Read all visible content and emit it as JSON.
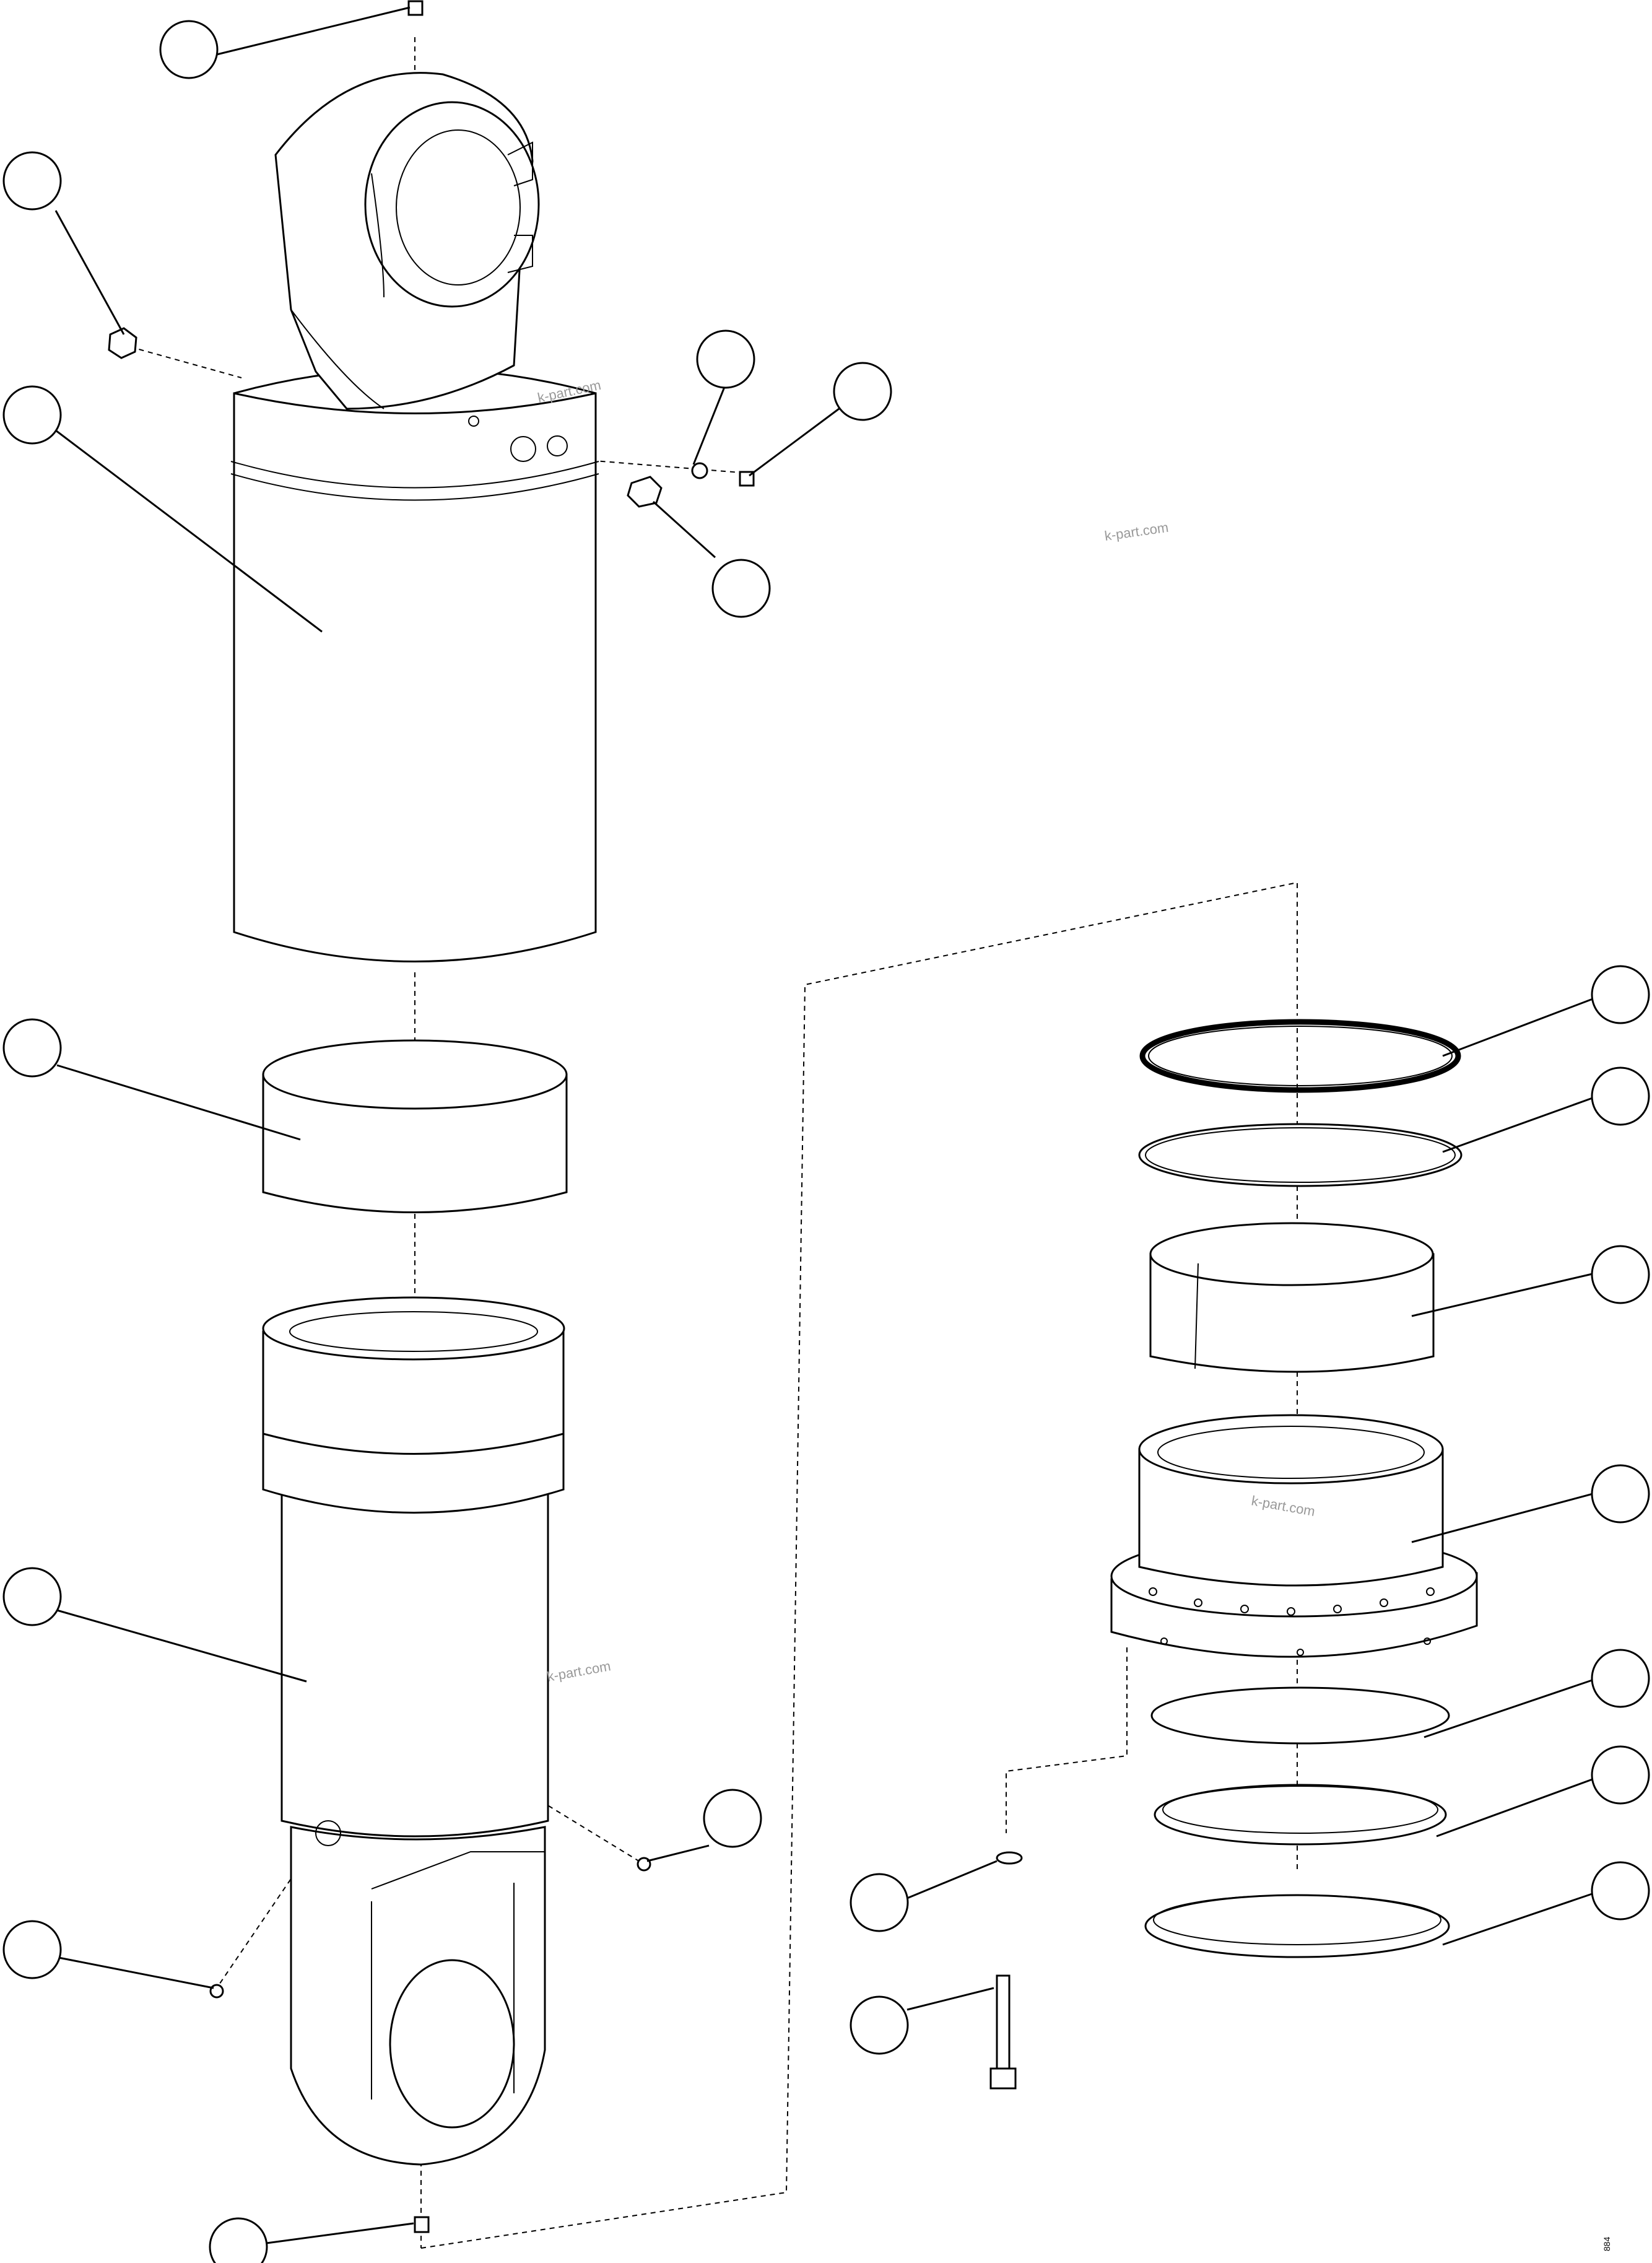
{
  "watermarks": [
    "k-part.com",
    "k-part.com",
    "k-part.com",
    "k-part.com"
  ],
  "drawing_code": "884",
  "colors": {
    "line": "#000000",
    "background": "#ffffff",
    "watermark": "#999999"
  }
}
